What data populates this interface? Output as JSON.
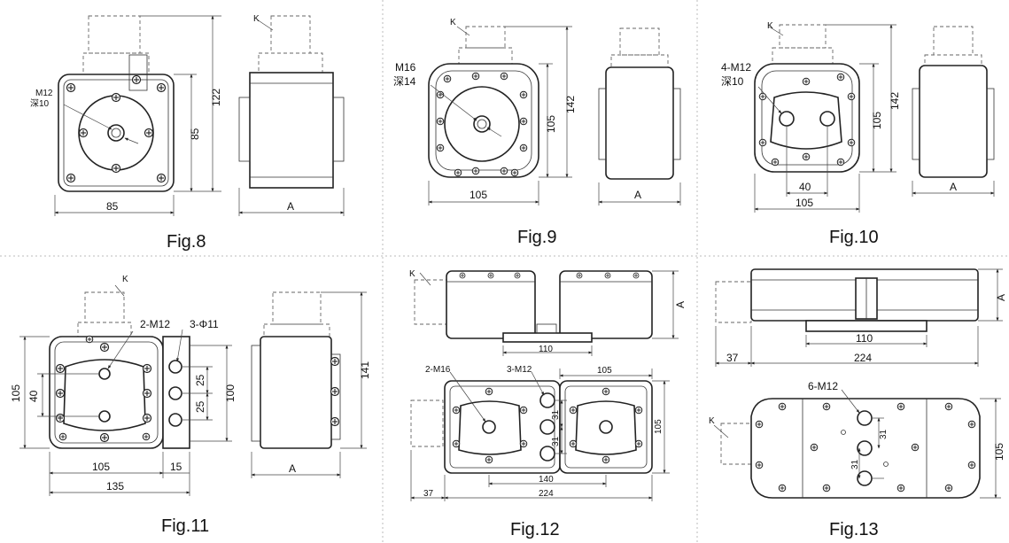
{
  "captions": [
    "Fig.8",
    "Fig.9",
    "Fig.10",
    "Fig.11",
    "Fig.12",
    "Fig.13"
  ],
  "fig8": {
    "k": "K",
    "thread": "M12",
    "depth": "深10",
    "height": "122",
    "inner": "85",
    "width": "85",
    "a": "A"
  },
  "fig9": {
    "k": "K",
    "thread": "M16",
    "depth": "深14",
    "height": "142",
    "inner": "105",
    "width": "105",
    "a": "A"
  },
  "fig10": {
    "k": "K",
    "thread": "4-M12",
    "depth": "深10",
    "height": "142",
    "inner": "105",
    "spacing": "40",
    "width": "105",
    "a": "A"
  },
  "fig11": {
    "k": "K",
    "thread": "2-M12",
    "holes": "3-Φ11",
    "left_h": "105",
    "left_inner": "40",
    "hole_s1": "25",
    "hole_s2": "25",
    "mid_h": "100",
    "height": "141",
    "width": "105",
    "flange": "15",
    "total": "135",
    "a": "A"
  },
  "fig12": {
    "k": "K",
    "a": "A",
    "top_span": "110",
    "thread": "2-M16",
    "thread2": "3-M12",
    "module": "105",
    "hole_s1": "31",
    "hole_s2": "31",
    "height": "105",
    "span": "140",
    "total": "224",
    "offset": "37"
  },
  "fig13": {
    "k": "K",
    "a": "A",
    "span": "110",
    "offset": "37",
    "total": "224",
    "thread": "6-M12",
    "hole_s1": "31",
    "hole_s2": "31",
    "height": "105"
  }
}
